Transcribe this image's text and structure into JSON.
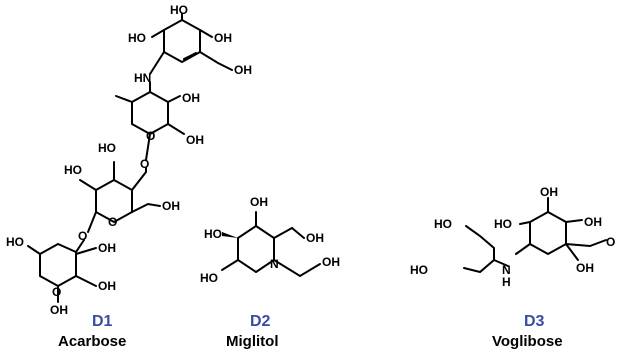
{
  "compounds": [
    {
      "code": "D1",
      "name": "Acarbose",
      "atoms": [
        "HO",
        "HO",
        "OH",
        "HN",
        "OH",
        "OH",
        "O",
        "HO",
        "OH",
        "HO",
        "O",
        "O",
        "OH",
        "O",
        "HO",
        "OH",
        "O",
        "OH",
        "OH"
      ]
    },
    {
      "code": "D2",
      "name": "Miglitol",
      "atoms": [
        "OH",
        "HO",
        "OH",
        "N",
        "HO",
        "OH"
      ]
    },
    {
      "code": "D3",
      "name": "Voglibose",
      "atoms": [
        "OH",
        "HO",
        "HO",
        "OH",
        "O",
        "HO",
        "N",
        "H",
        "OH"
      ]
    }
  ]
}
